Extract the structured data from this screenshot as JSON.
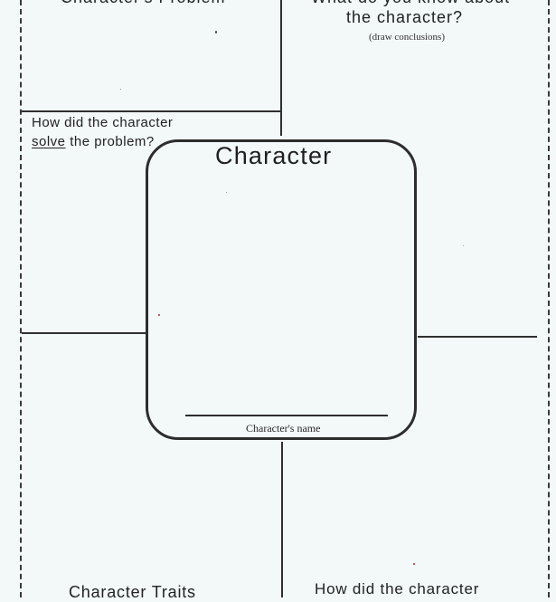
{
  "worksheet": {
    "top_left": {
      "title": "Character's Problem"
    },
    "top_right": {
      "title_line_1": "What do you know about",
      "title_line_2": "the character?",
      "note": "(draw conclusions)"
    },
    "left_middle": {
      "question_line_1": "How did the character",
      "question_line_2_underlined": "solve",
      "question_line_2_rest": " the problem?"
    },
    "center": {
      "title": "Character",
      "name_label": "Character's name"
    },
    "bottom_left": {
      "title": "Character Traits"
    },
    "bottom_right": {
      "title": "How did the character"
    }
  }
}
